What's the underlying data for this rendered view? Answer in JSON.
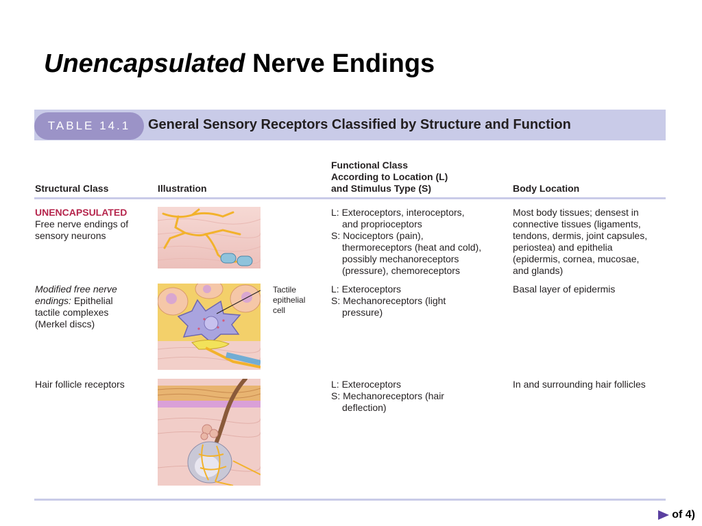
{
  "slide": {
    "title_italic": "Unencapsulated",
    "title_rest": " Nerve Endings"
  },
  "table": {
    "badge": "TABLE 14.1",
    "title": "General Sensory Receptors Classified by Structure and Function",
    "headers": {
      "structural_class": "Structural Class",
      "illustration": "Illustration",
      "functional_line1": "Functional Class",
      "functional_line2": "According to Location (L)",
      "functional_line3": "and Stimulus Type (S)",
      "body_location": "Body Location"
    },
    "group_label": "UNENCAPSULATED",
    "rows": [
      {
        "structural": [
          "Free nerve endings of",
          "sensory neurons"
        ],
        "functional": [
          "L: Exteroceptors, interoceptors,",
          "and proprioceptors",
          "S: Nociceptors (pain),",
          "thermoreceptors (heat and cold),",
          "possibly mechanoreceptors",
          "(pressure), chemoreceptors"
        ],
        "location": [
          "Most body tissues; densest in",
          "connective tissues (ligaments,",
          "tendons, dermis, joint capsules,",
          "periostea) and epithelia",
          "(epidermis, cornea, mucosae,",
          "and glands)"
        ]
      },
      {
        "structural_italic": [
          "Modified free nerve",
          "endings:"
        ],
        "structural": [
          " Epithelial",
          "tactile complexes",
          "(Merkel discs)"
        ],
        "callout": [
          "Tactile",
          "epithelial",
          "cell"
        ],
        "functional": [
          "L: Exteroceptors",
          "S: Mechanoreceptors (light",
          "pressure)"
        ],
        "location": [
          "Basal layer of epidermis"
        ]
      },
      {
        "structural": [
          "Hair follicle receptors"
        ],
        "functional": [
          "L: Exteroceptors",
          "S: Mechanoreceptors (hair",
          "deflection)"
        ],
        "location": [
          "In and surrounding hair follicles"
        ]
      }
    ]
  },
  "footer": {
    "page_text": "of 4)",
    "arrow_icon": "next-arrow-icon"
  },
  "colors": {
    "band": "#c9cbe8",
    "badge": "#9b93c7",
    "accent_red": "#b5254c",
    "arrow": "#5a3fa0"
  }
}
